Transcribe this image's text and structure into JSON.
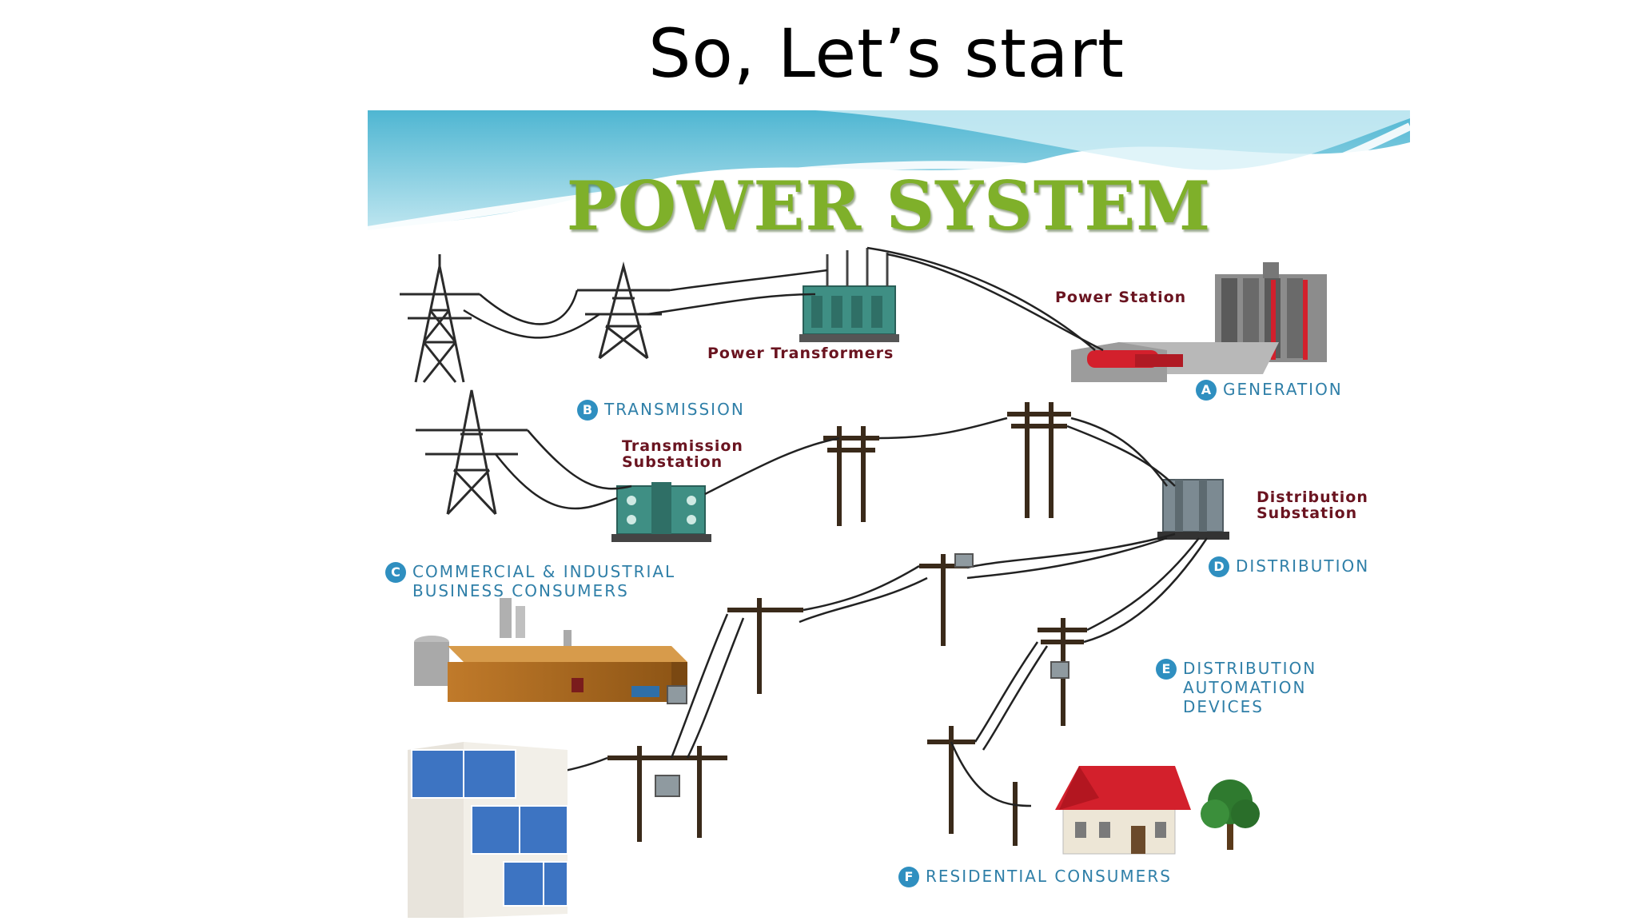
{
  "slide": {
    "title": "So, Let’s start"
  },
  "diagram": {
    "heading": "POWER SYSTEM",
    "labels": {
      "power_station": "Power Station",
      "power_transformers": "Power Transformers",
      "transmission_substation_1": "Transmission",
      "transmission_substation_2": "Substation",
      "distribution_substation_1": "Distribution",
      "distribution_substation_2": "Substation"
    },
    "sections": {
      "a": {
        "badge": "A",
        "text": "GENERATION"
      },
      "b": {
        "badge": "B",
        "text": "TRANSMISSION"
      },
      "c": {
        "badge": "C",
        "line1": "COMMERCIAL & INDUSTRIAL",
        "line2": "BUSINESS CONSUMERS"
      },
      "d": {
        "badge": "D",
        "text": "DISTRIBUTION"
      },
      "e": {
        "badge": "E",
        "line1": "DISTRIBUTION",
        "line2": "AUTOMATION",
        "line3": "DEVICES"
      },
      "f": {
        "badge": "F",
        "text": "RESIDENTIAL CONSUMERS"
      }
    },
    "colors": {
      "header_sky": "#5fbfd8",
      "heading_green": "#7fb02a",
      "badge_blue": "#2f8fc0",
      "label_red": "#6a1420",
      "roof_red": "#d3202c"
    }
  }
}
